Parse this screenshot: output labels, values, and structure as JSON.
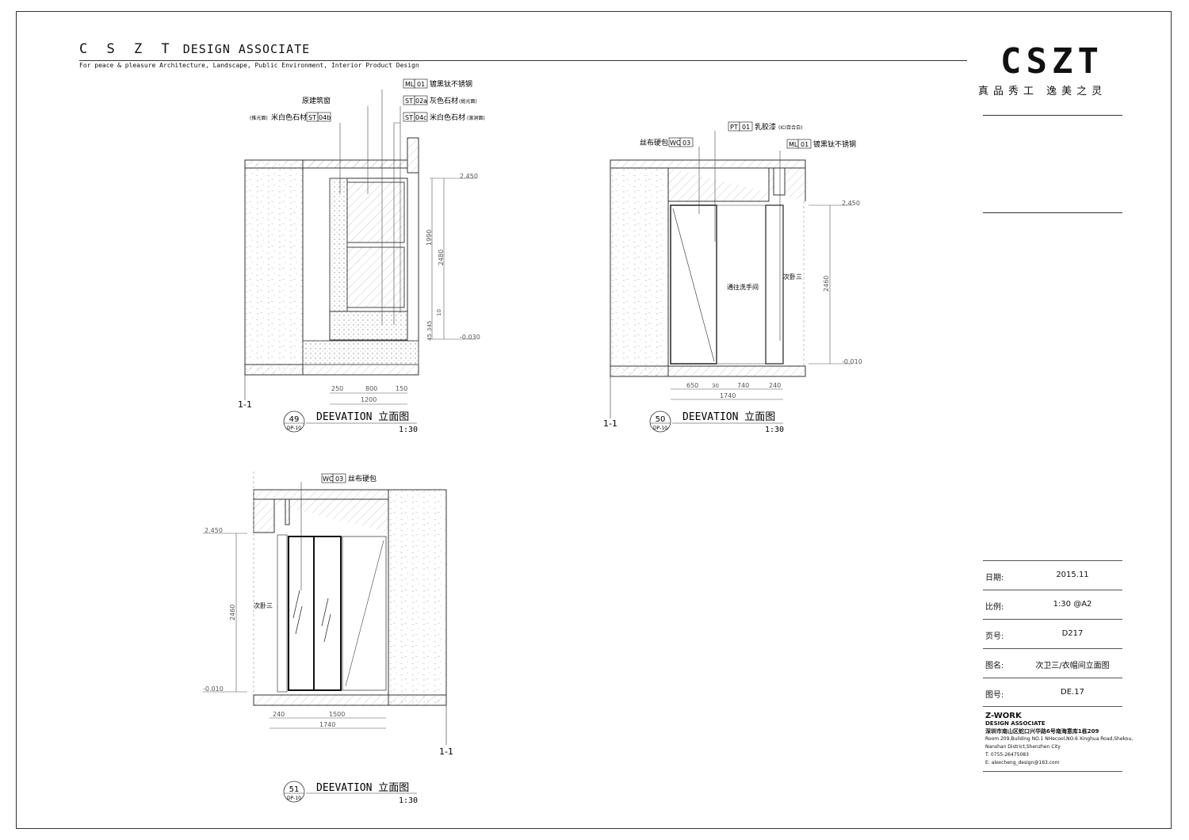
{
  "header": {
    "brand_letters": "C S Z T",
    "brand_name": "DESIGN ASSOCIATE",
    "tagline": "For peace  &  pleasure  Architecture, Landscape, Public Environment, Interior  Product  Design",
    "logo_text": "CSZT",
    "logo_slogan": "真品秀工    逸美之灵"
  },
  "title_block": {
    "rows": [
      {
        "label": "日期:",
        "value": "2015.11"
      },
      {
        "label": "比例:",
        "value": "1:30 @A2"
      },
      {
        "label": "页号:",
        "value": "D217"
      },
      {
        "label": "图名:",
        "value": "次卫三/衣帽间立面图"
      },
      {
        "label": "图号:",
        "value": "DE.17"
      }
    ],
    "company": "Z-WORK",
    "company_sub": "DESIGN ASSOCIATE",
    "address_cn": "深圳市南山区蛇口兴华路6号南海意库1栋209",
    "address_en_1": "Room 209,Building NO.1 NHecool,NO.6 Xinghua Road,Shekou,",
    "address_en_2": "Nanshan District,Shenzhen City",
    "phone": "T: 0755-26475083",
    "email": "E: alexcheng_design@163.com"
  },
  "drawings": [
    {
      "number": "49",
      "ref": "DP-10",
      "title": "DEEVATION 立面图",
      "scale": "1:30",
      "section": "1-1",
      "labels": {
        "ml01": "镀黑钛不锈钢",
        "orig_window": "原建筑窗",
        "st02a": "灰色石材",
        "st02a_note": "(抛光面)",
        "st04b_note": "(推光面)",
        "st04b": "米白色石材",
        "st04c": "米白色石材",
        "st04c_note": "(滚洞面)"
      },
      "codes": {
        "ml": "ML",
        "ml_n": "01",
        "st": "ST",
        "st02a_n": "02a",
        "st04b_n": "04b",
        "st04c_n": "04c"
      },
      "levels": {
        "top": "2.450",
        "bottom": "-0.030"
      },
      "dims_v": [
        "1990",
        "2480",
        "10",
        "345",
        "45"
      ],
      "dims_h": [
        "250",
        "800",
        "150",
        "1200"
      ]
    },
    {
      "number": "50",
      "ref": "DP-10",
      "title": "DEEVATION 立面图",
      "scale": "1:30",
      "section": "1-1",
      "labels": {
        "wc03": "丝布硬包",
        "pt01": "乳胶漆",
        "pt01_note": "(ICI百合白)",
        "ml01": "镀黑钛不锈钢",
        "to_washroom": "通往洗手间",
        "bedroom": "次卧三"
      },
      "codes": {
        "wc": "WC",
        "wc_n": "03",
        "pt": "PT",
        "pt_n": "01",
        "ml": "ML",
        "ml_n": "01"
      },
      "levels": {
        "top": "2.450",
        "bottom": "-0.010"
      },
      "dims_v": [
        "2460"
      ],
      "dims_h": [
        "650",
        "30",
        "740",
        "240",
        "1740"
      ]
    },
    {
      "number": "51",
      "ref": "DP-10",
      "title": "DEEVATION 立面图",
      "scale": "1:30",
      "section": "1-1",
      "labels": {
        "wc03": "丝布硬包",
        "bedroom": "次卧三"
      },
      "codes": {
        "wc": "WC",
        "wc_n": "03"
      },
      "levels": {
        "top": "2.450",
        "bottom": "-0.010"
      },
      "dims_v": [
        "2460"
      ],
      "dims_h": [
        "240",
        "1500",
        "1740"
      ]
    }
  ]
}
